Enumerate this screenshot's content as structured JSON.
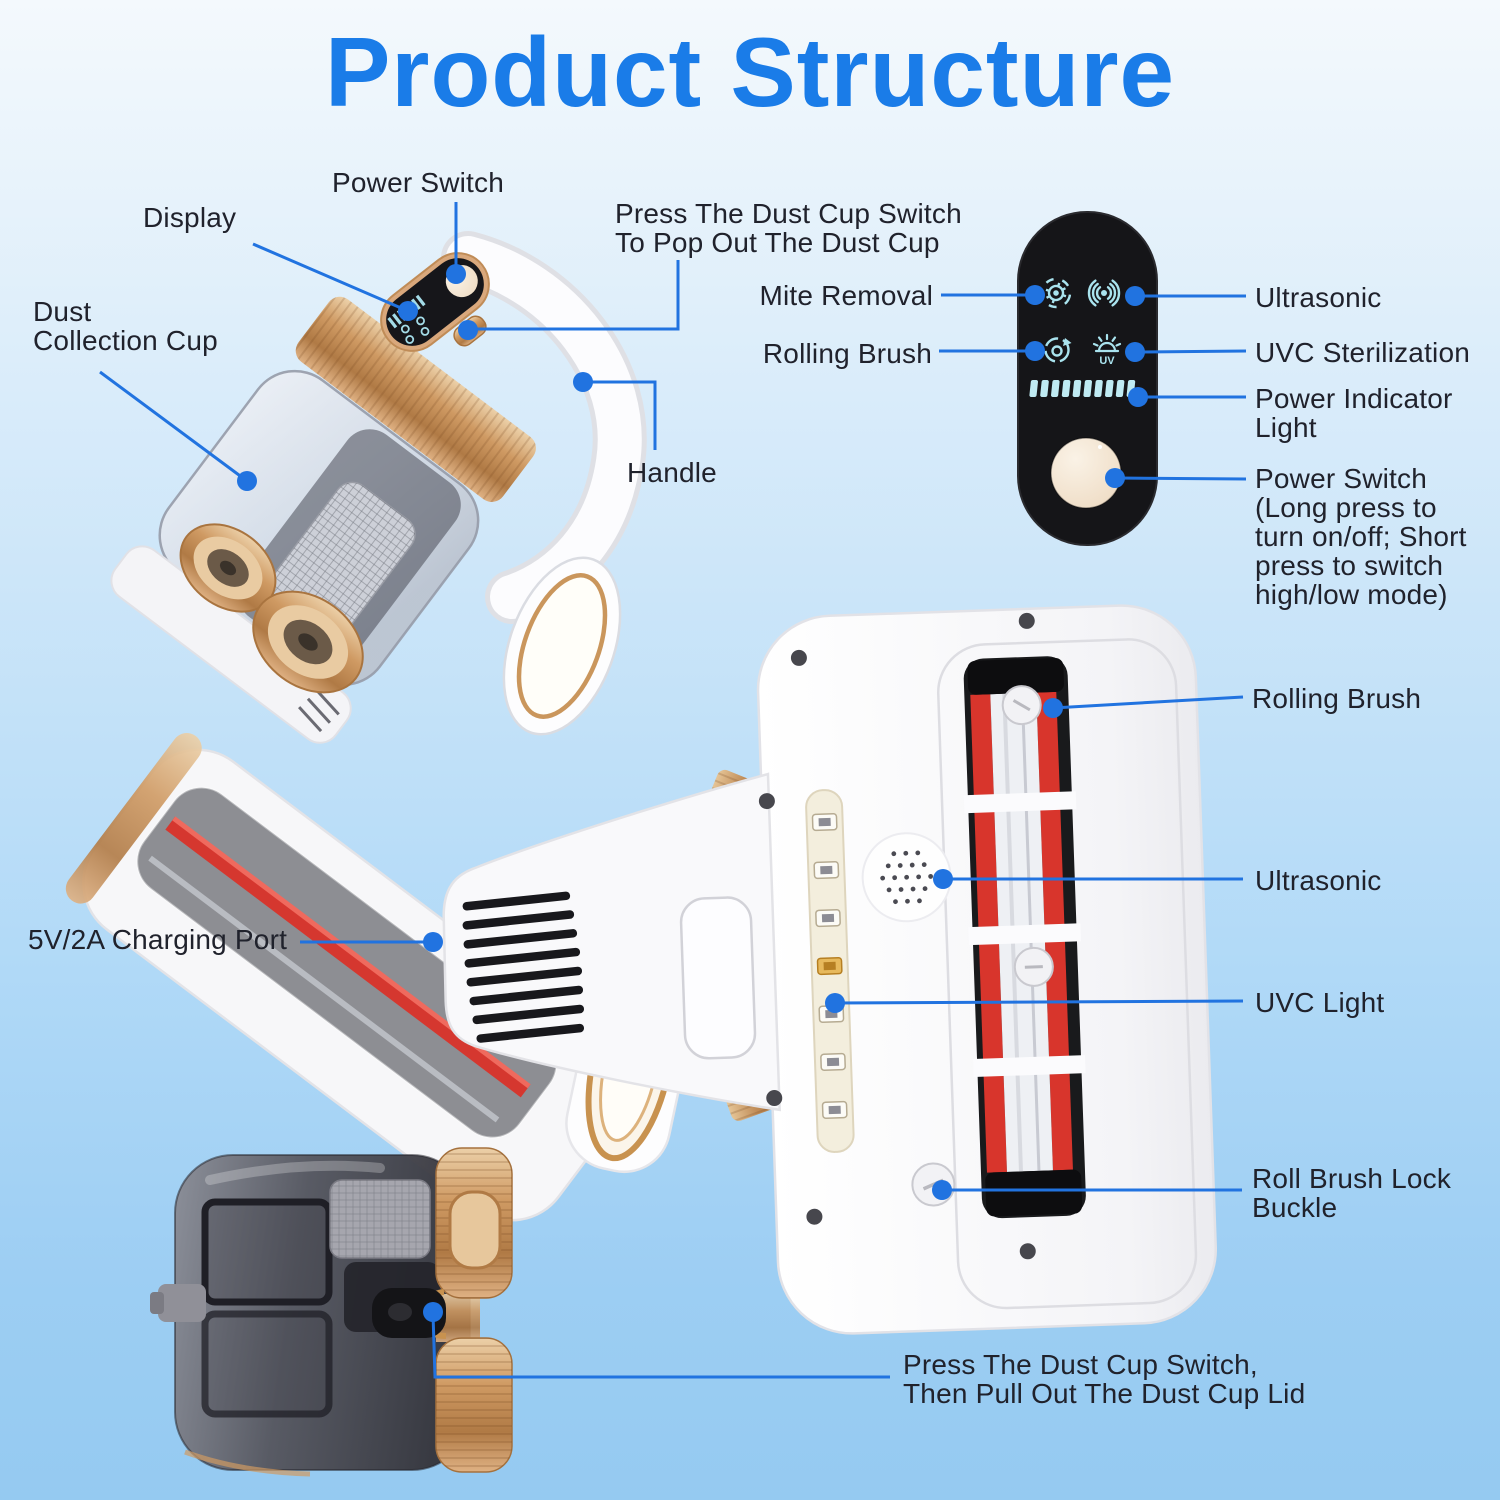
{
  "title": "Product Structure",
  "labels": {
    "display": "Display",
    "power_switch": "Power Switch",
    "dust_cup_switch": "Press The Dust Cup Switch\nTo Pop Out The Dust Cup",
    "dust_collection_cup": "Dust\nCollection Cup",
    "handle": "Handle",
    "mite_removal": "Mite Removal",
    "panel_rolling_brush": "Rolling Brush",
    "panel_ultrasonic": "Ultrasonic",
    "uvc_sterilization": "UVC Sterilization",
    "power_indicator": "Power Indicator\nLight",
    "power_switch_detail": "Power Switch\n(Long press to\nturn on/off; Short\npress to switch\nhigh/low mode)",
    "rolling_brush": "Rolling Brush",
    "ultrasonic": "Ultrasonic",
    "uvc_light": "UVC Light",
    "roll_brush_lock": "Roll Brush Lock\nBuckle",
    "charging_port": "5V/2A Charging Port",
    "dust_cup_note": "Press The Dust Cup Switch,\nThen Pull Out The Dust Cup Lid"
  },
  "panel": {
    "icons": [
      "mite-removal",
      "ultrasonic",
      "rolling-brush",
      "uvc-sterilization",
      "power-indicator-bars",
      "power-button"
    ],
    "indicator_bar_count": 10
  },
  "colors": {
    "accent_blue": "#2173e0",
    "title_blue": "#1a7ce8",
    "label_text": "#20222c",
    "panel_black": "#151518",
    "icon_cyan": "#a9e3ee",
    "power_button_cream": "#f4e8d8",
    "brush_red": "#d8352c",
    "copper": "#cf9a63",
    "body_white": "#fbfbfd"
  }
}
